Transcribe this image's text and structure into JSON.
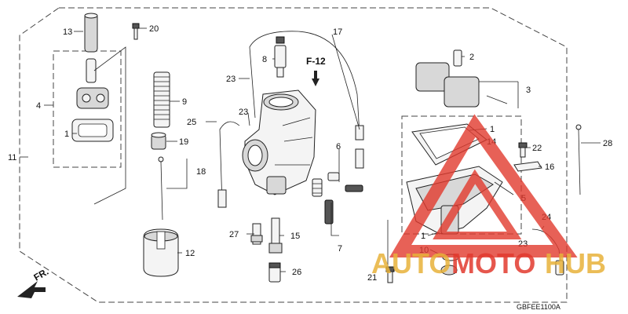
{
  "diagram": {
    "section_code": "F-12",
    "figure_code": "GBFEE1100A",
    "direction_label": "FR.",
    "callouts": [
      "1",
      "2",
      "3",
      "4",
      "5",
      "6",
      "7",
      "8",
      "9",
      "10",
      "11",
      "12",
      "13",
      "14",
      "15",
      "16",
      "17",
      "18",
      "19",
      "20",
      "21",
      "22",
      "23",
      "24",
      "25",
      "26",
      "27",
      "28"
    ],
    "labels": {
      "l13": "13",
      "l20": "20",
      "l4": "4",
      "l1a": "1",
      "l11": "11",
      "l9": "9",
      "l19": "19",
      "l18": "18",
      "l12": "12",
      "l17": "17",
      "l8": "8",
      "l23a": "23",
      "l23b": "23",
      "l25": "25",
      "l6": "6",
      "l7": "7",
      "l27": "27",
      "l15": "15",
      "l26": "26",
      "l2": "2",
      "l3": "3",
      "l1b": "1",
      "l14": "14",
      "l22": "22",
      "l16": "16",
      "l5": "5",
      "l28": "28",
      "l24": "24",
      "l1c": "1",
      "l10": "10",
      "l23c": "23",
      "l21": "21"
    }
  },
  "watermark": {
    "text_part1": "AUTO",
    "text_part2": "MOTO",
    "text_part3": "HUB",
    "color_gold": "#e8b23a",
    "color_red": "#e23a2e"
  }
}
